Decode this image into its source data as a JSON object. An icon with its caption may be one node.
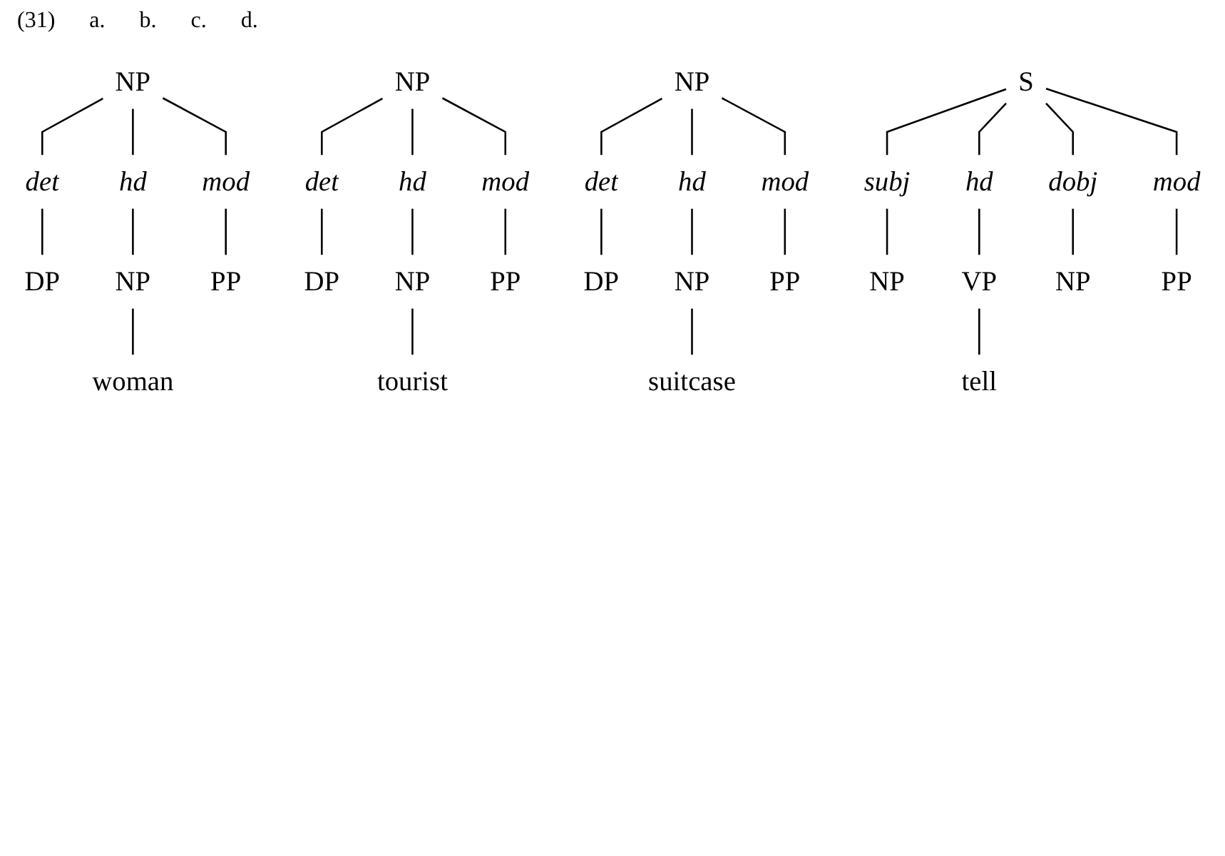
{
  "diagram": {
    "nodes": [
      {
        "text": [
          "NP"
        ]
      },
      {
        "text": [
          "det"
        ]
      },
      {
        "text": [
          "hd"
        ]
      },
      {
        "text": [
          "mod"
        ]
      },
      {
        "text": [
          "DP"
        ]
      },
      {
        "text": [
          "NP"
        ]
      },
      {
        "text": [
          "PP"
        ]
      },
      {
        "text": [
          "woman"
        ]
      },
      {
        "text": [
          "NP"
        ]
      },
      {
        "text": [
          "det"
        ]
      },
      {
        "text": [
          "hd"
        ]
      },
      {
        "text": [
          "mod"
        ]
      },
      {
        "text": [
          "DP"
        ]
      },
      {
        "text": [
          "NP"
        ]
      },
      {
        "text": [
          "PP"
        ]
      },
      {
        "text": [
          "tourist"
        ]
      },
      {
        "text": [
          "NP"
        ]
      },
      {
        "text": [
          "det"
        ]
      },
      {
        "text": [
          "hd"
        ]
      },
      {
        "text": [
          "mod"
        ]
      },
      {
        "text": [
          "DP"
        ]
      },
      {
        "text": [
          "NP"
        ]
      },
      {
        "text": [
          "PP"
        ]
      },
      {
        "text": [
          "suitcase"
        ]
      },
      {
        "text": [
          "S"
        ]
      },
      {
        "text": [
          "subj"
        ]
      },
      {
        "text": [
          "hd"
        ]
      },
      {
        "text": [
          "dobj"
        ]
      },
      {
        "text": [
          "mod"
        ]
      },
      {
        "text": [
          "NP"
        ]
      },
      {
        "text": [
          "VP"
        ]
      },
      {
        "text": [
          "NP"
        ]
      },
      {
        "text": [
          "PP"
        ]
      },
      {
        "text": [
          "tell"
        ]
      }
    ],
    "edges": [
      {
        "from": 0,
        "to": 1,
        "arrow": "none"
      },
      {
        "from": 0,
        "to": 2,
        "arrow": "none"
      },
      {
        "from": 0,
        "to": 3,
        "arrow": "none"
      },
      {
        "from": 1,
        "to": 4,
        "arrow": "none"
      },
      {
        "from": 2,
        "to": 5,
        "arrow": "none"
      },
      {
        "from": 3,
        "to": 6,
        "arrow": "none"
      },
      {
        "from": 5,
        "to": 7,
        "arrow": "none"
      },
      {
        "from": 8,
        "to": 9,
        "arrow": "none"
      },
      {
        "from": 8,
        "to": 10,
        "arrow": "none"
      },
      {
        "from": 8,
        "to": 11,
        "arrow": "none"
      },
      {
        "from": 9,
        "to": 12,
        "arrow": "none"
      },
      {
        "from": 10,
        "to": 13,
        "arrow": "none"
      },
      {
        "from": 11,
        "to": 14,
        "arrow": "none"
      },
      {
        "from": 13,
        "to": 15,
        "arrow": "none"
      },
      {
        "from": 16,
        "to": 17,
        "arrow": "none"
      },
      {
        "from": 16,
        "to": 18,
        "arrow": "none"
      },
      {
        "from": 16,
        "to": 19,
        "arrow": "none"
      },
      {
        "from": 17,
        "to": 20,
        "arrow": "none"
      },
      {
        "from": 18,
        "to": 21,
        "arrow": "none"
      },
      {
        "from": 19,
        "to": 22,
        "arrow": "none"
      },
      {
        "from": 21,
        "to": 23,
        "arrow": "none"
      },
      {
        "from": 24,
        "to": 25,
        "arrow": "none"
      },
      {
        "from": 24,
        "to": 26,
        "arrow": "none"
      },
      {
        "from": 24,
        "to": 27,
        "arrow": "none"
      },
      {
        "from": 24,
        "to": 28,
        "arrow": "none"
      },
      {
        "from": 25,
        "to": 29,
        "arrow": "none"
      },
      {
        "from": 26,
        "to": 30,
        "arrow": "none"
      },
      {
        "from": 27,
        "to": 31,
        "arrow": "none"
      },
      {
        "from": 28,
        "to": 32,
        "arrow": "none"
      },
      {
        "from": 30,
        "to": 33,
        "arrow": "none"
      }
    ],
    "labels": [
      "(31)",
      "a.",
      "b.",
      "c.",
      "d."
    ]
  }
}
